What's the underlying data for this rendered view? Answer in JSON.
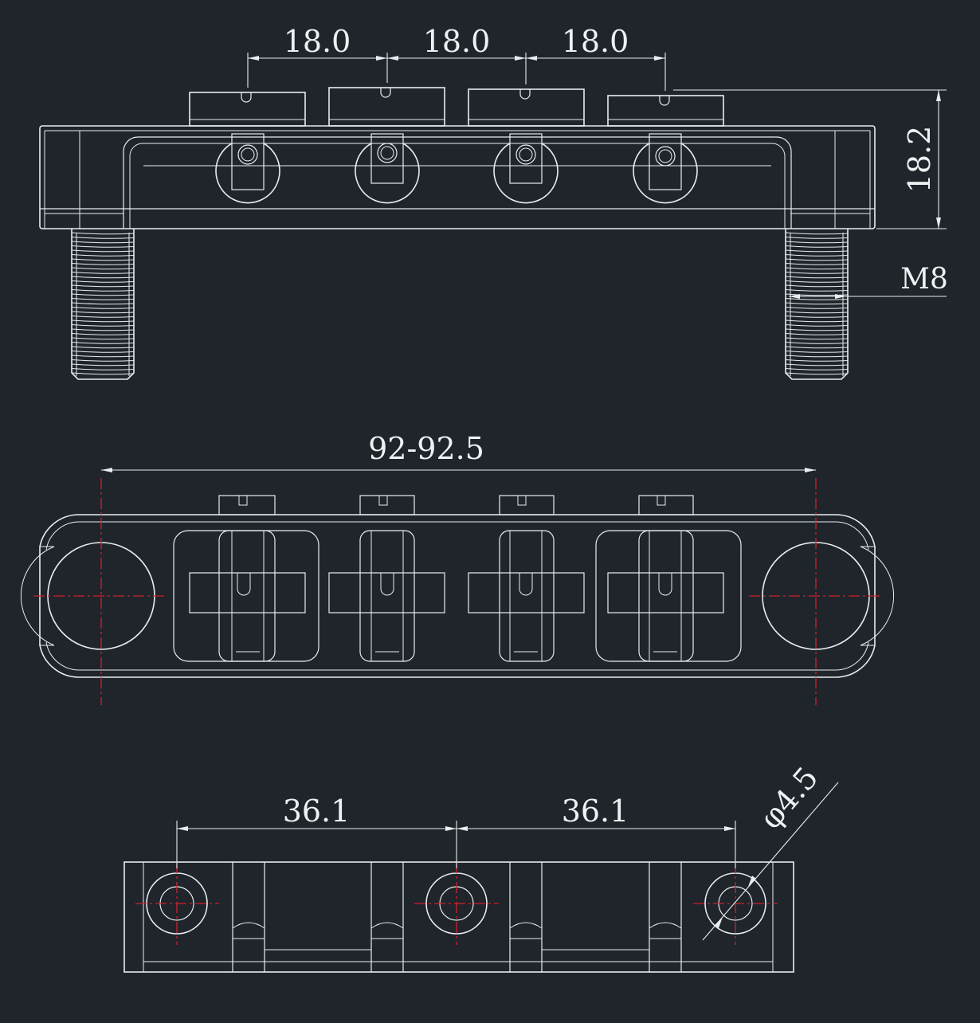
{
  "dimensions": {
    "string_spacing_1": "18.0",
    "string_spacing_2": "18.0",
    "string_spacing_3": "18.0",
    "height": "18.2",
    "thread": "M8",
    "stud_span": "92-92.5",
    "hole_spacing_1": "36.1",
    "hole_spacing_2": "36.1",
    "hole_diameter": "φ4.5"
  },
  "colors": {
    "background": "#1f252b",
    "line": "#e9edf0",
    "centerline": "#d41f2b"
  }
}
